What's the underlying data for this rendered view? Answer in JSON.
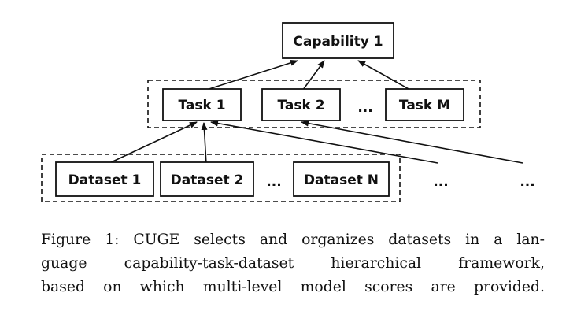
{
  "diagram": {
    "capability": "Capability 1",
    "tasks": [
      "Task 1",
      "Task 2",
      "Task M"
    ],
    "datasets": [
      "Dataset 1",
      "Dataset 2",
      "Dataset N"
    ],
    "ellipsis": "..."
  },
  "caption": {
    "lines": [
      "Figure 1: CUGE selects and organizes datasets in a lan-",
      "guage capability-task-dataset hierarchical framework,",
      "based on which multi-level model scores are provided."
    ]
  }
}
